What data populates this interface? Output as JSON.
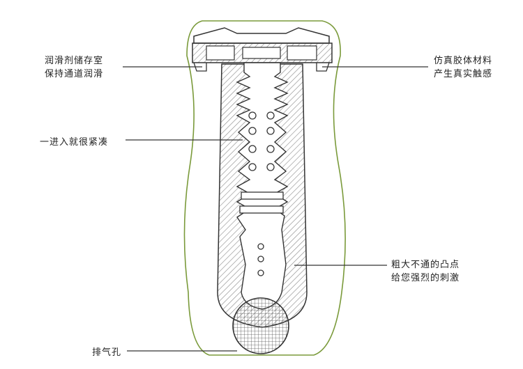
{
  "diagram": {
    "outline_color": "#7a9a3a",
    "line_color": "#333333",
    "hatch_color": "#888888",
    "labels": {
      "top_left": {
        "line1": "润滑剂储存室",
        "line2": "保持通道润滑"
      },
      "top_right": {
        "line1": "仿真胶体材料",
        "line2": "产生真实触感"
      },
      "middle_left": {
        "line1": "一进入就很紧凑"
      },
      "middle_right": {
        "line1": "粗大不通的凸点",
        "line2": "给您强烈的刺激"
      },
      "bottom_left": {
        "line1": "排气孔"
      }
    }
  }
}
